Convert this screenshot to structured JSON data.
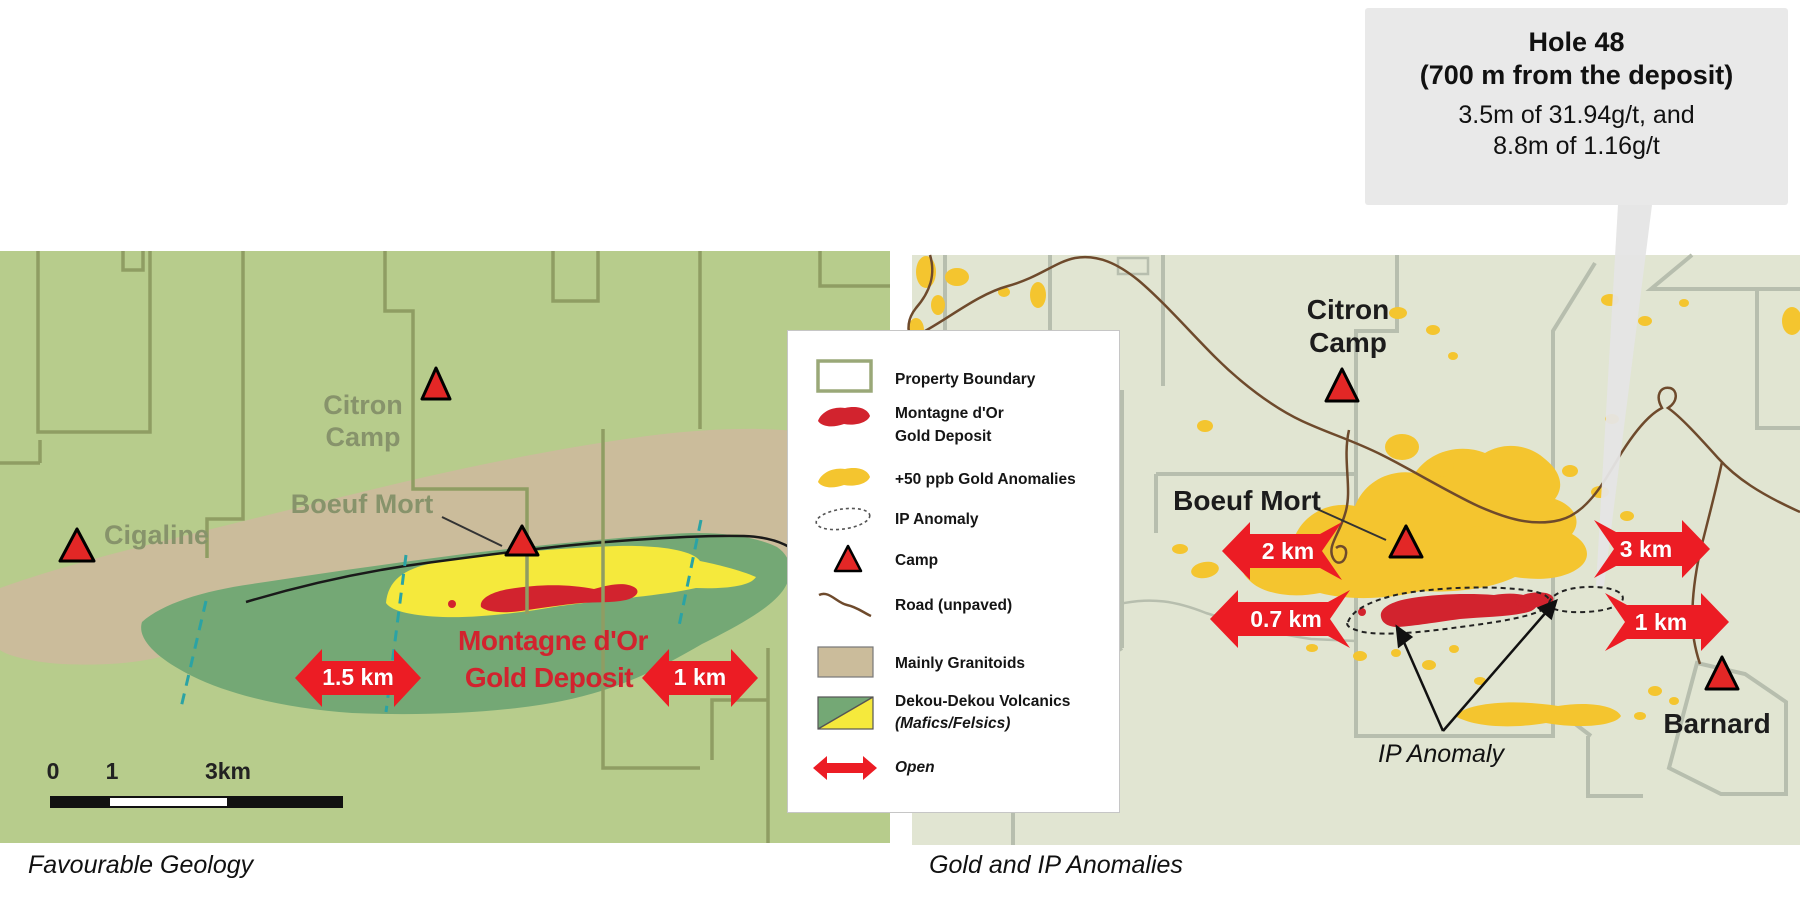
{
  "callout": {
    "title": "Hole 48",
    "subtitle": "(700 m from the deposit)",
    "body_line1": "3.5m of 31.94g/t, and",
    "body_line2": "8.8m of 1.16g/t"
  },
  "legend": {
    "items": [
      {
        "label": "Property Boundary"
      },
      {
        "label": "Montagne d'Or",
        "label2": "Gold Deposit"
      },
      {
        "label": "+50 ppb Gold Anomalies"
      },
      {
        "label": "IP Anomaly"
      },
      {
        "label": "Camp"
      },
      {
        "label": "Road (unpaved)"
      },
      {
        "label": "Mainly Granitoids"
      },
      {
        "label": "Dekou-Dekou Volcanics",
        "label2": "(Mafics/Felsics)"
      },
      {
        "label": "Open"
      }
    ]
  },
  "left_map": {
    "caption": "Favourable Geology",
    "labels": {
      "citron_line1": "Citron",
      "citron_line2": "Camp",
      "cigaline": "Cigaline",
      "boeuf_mort": "Boeuf Mort",
      "deposit_line1": "Montagne d'Or",
      "deposit_line2": "Gold Deposit"
    },
    "arrows": {
      "west": "1.5 km",
      "east": "1 km"
    },
    "scalebar": {
      "t0": "0",
      "t1": "1",
      "t3": "3km"
    }
  },
  "right_map": {
    "caption": "Gold and IP Anomalies",
    "labels": {
      "citron_line1": "Citron",
      "citron_line2": "Camp",
      "boeuf_mort": "Boeuf Mort",
      "barnard": "Barnard",
      "ip_anomaly": "IP Anomaly"
    },
    "arrows": {
      "west_outer": "2 km",
      "west_inner": "0.7 km",
      "east_outer": "3 km",
      "east_inner": "1 km"
    }
  },
  "colors": {
    "arrow_red": "#ec1c24",
    "deposit_red": "#d2232e",
    "gold_anomaly_yellow": "#f4c52f",
    "felsic_yellow": "#f5e93c",
    "volcanics_green": "#74a875",
    "granitoid_tan": "#cbbc9b",
    "left_map_bg": "#b7cc8c",
    "right_map_bg": "#e1e5d2",
    "callout_bg": "#e9e9e9"
  }
}
